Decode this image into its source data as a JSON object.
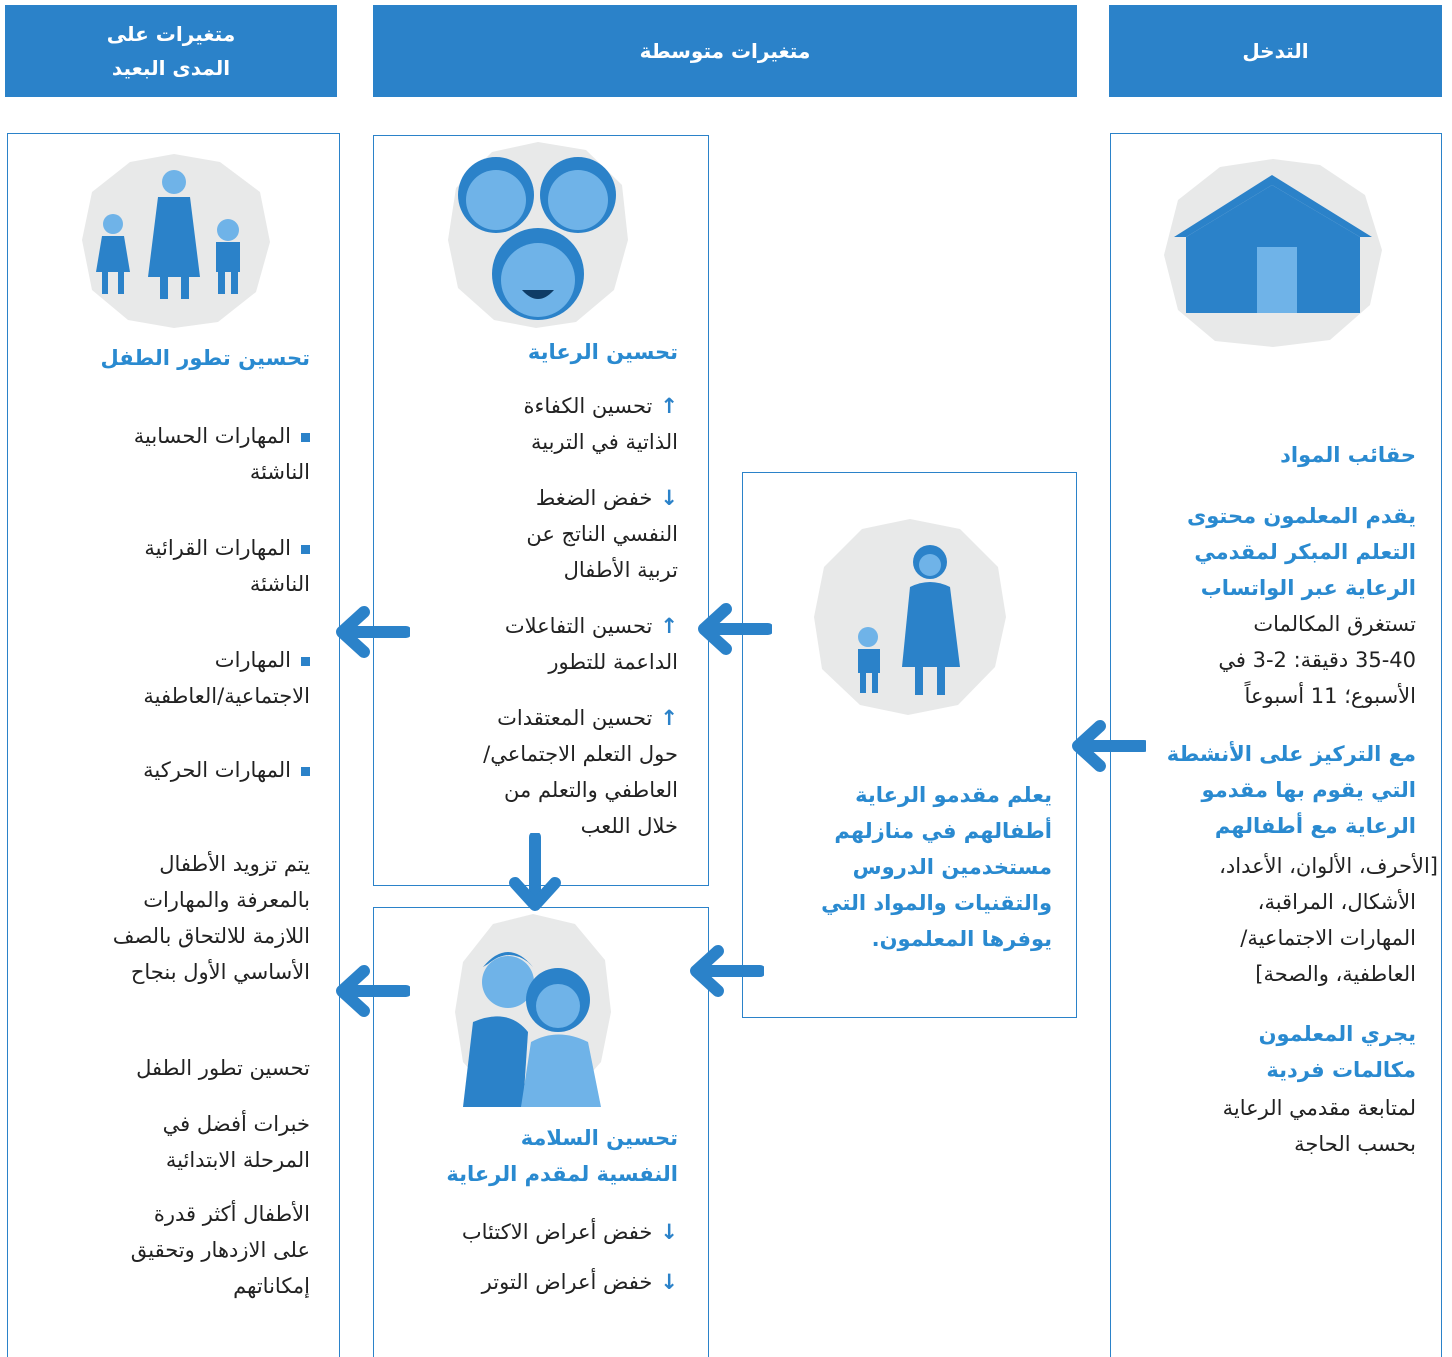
{
  "headers": {
    "intervention": "التدخل",
    "intermediate": "متغيرات متوسطة",
    "long_term_line1": "متغيرات على",
    "long_term_line2": "المدى البعيد"
  },
  "intervention": {
    "title_kits": "حقائب المواد",
    "teachers_provide": "يقدم المعلمون محتوى التعلم المبكر لمقدمي الرعاية عبر الواتساب",
    "calls_duration_1": "تستغرق المكالمات",
    "calls_duration_2": "35-40 دقيقة: 2-3 في",
    "calls_duration_3": "الأسبوع؛ 11 أسبوعاً",
    "focus_title": "مع التركيز على الأنشطة التي يقوم بها مقدمو الرعاية مع أطفالهم",
    "focus_list_1": "[الأحرف، الألوان، الأعداد،",
    "focus_list_2": "الأشكال، المراقبة،",
    "focus_list_3": "المهارات الاجتماعية/",
    "focus_list_4": "العاطفية، والصحة]",
    "individual_calls_title": "يجري المعلمون مكالمات فردية",
    "followup_1": "لمتابعة مقدمي الرعاية",
    "followup_2": "بحسب الحاجة"
  },
  "caregivers_teach": "يعلم مقدمو الرعاية أطفالهم في منازلهم مستخدمين الدروس والتقنيات والمواد التي يوفرها المعلمون.",
  "care": {
    "title": "تحسين الرعاية",
    "items": [
      {
        "arrow": "↑",
        "text_1": "تحسين الكفاءة",
        "text_2": "الذاتية في التربية"
      },
      {
        "arrow": "↓",
        "text_1": "خفض الضغط",
        "text_2": "النفسي الناتج عن",
        "text_3": "تربية الأطفال"
      },
      {
        "arrow": "↑",
        "text_1": "تحسين التفاعلات",
        "text_2": "الداعمة للتطور"
      },
      {
        "arrow": "↑",
        "text_1": "تحسين المعتقدات",
        "text_2": "حول التعلم الاجتماعي/",
        "text_3": "العاطفي والتعلم من",
        "text_4": "خلال اللعب"
      }
    ]
  },
  "wellbeing": {
    "title_1": "تحسين السلامة",
    "title_2": "النفسية لمقدم الرعاية",
    "items": [
      {
        "arrow": "↓",
        "text": "خفض أعراض الاكتئاب"
      },
      {
        "arrow": "↓",
        "text": "خفض أعراض التوتر"
      }
    ]
  },
  "child_dev": {
    "title": "تحسين تطور الطفل",
    "skills": [
      {
        "line1": "المهارات الحسابية",
        "line2": "الناشئة"
      },
      {
        "line1": "المهارات القرائية",
        "line2": "الناشئة"
      },
      {
        "line1": "المهارات",
        "line2": "الاجتماعية/العاطفية"
      },
      {
        "line1": "المهارات الحركية",
        "line2": ""
      }
    ],
    "readiness_1": "يتم تزويد الأطفال",
    "readiness_2": "بالمعرفة والمهارات",
    "readiness_3": "اللازمة للالتحاق بالصف",
    "readiness_4": "الأساسي الأول بنجاح",
    "outcome_1": "تحسين تطور الطفل",
    "outcome_2a": "خبرات أفضل في",
    "outcome_2b": "المرحلة الابتدائية",
    "outcome_3a": "الأطفال أكثر قدرة",
    "outcome_3b": "على الازدهار وتحقيق",
    "outcome_3c": "إمكاناتهم"
  },
  "colors": {
    "header_bg": "#2b82c9",
    "title_blue": "#2a8ad0",
    "circle_gray": "#e8e9e9",
    "figure_blue": "#2b82c9",
    "face_light": "#6fb3e8"
  }
}
